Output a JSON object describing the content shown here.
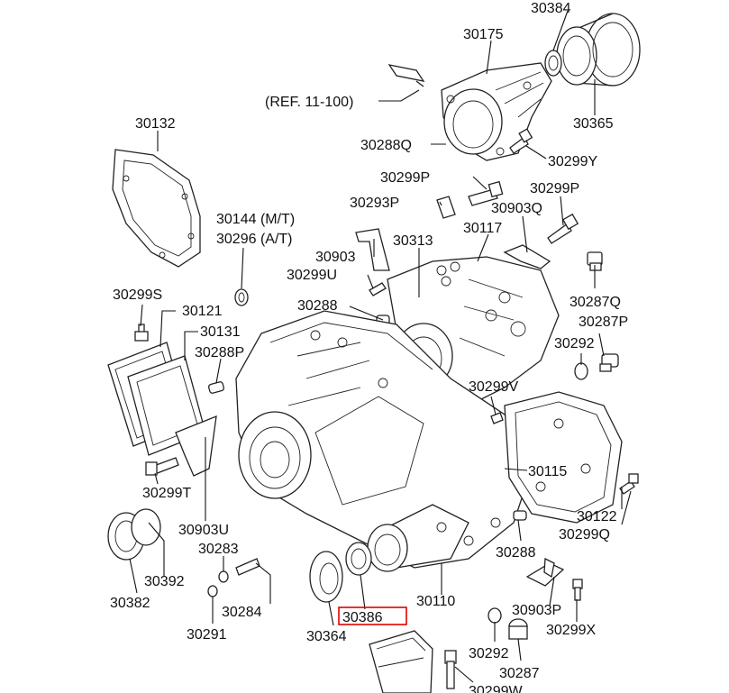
{
  "labels": {
    "p30384": "30384",
    "p30175": "30175",
    "ref": "(REF. 11-100)",
    "p30365": "30365",
    "p30132": "30132",
    "p30288Q": "30288Q",
    "p30299Y": "30299Y",
    "p30299P_a": "30299P",
    "p30293P": "30293P",
    "p30903Q": "30903Q",
    "p30299P_b": "30299P",
    "p30144": "30144 (M/T)",
    "p30296": "30296 (A/T)",
    "p30117": "30117",
    "p30903": "30903",
    "p30313": "30313",
    "p30299U": "30299U",
    "p30287Q": "30287Q",
    "p30299S": "30299S",
    "p30288": "30288",
    "p30287P": "30287P",
    "p30121": "30121",
    "p30131": "30131",
    "p30292_a": "30292",
    "p30288P": "30288P",
    "p30299V": "30299V",
    "p30115": "30115",
    "p30299T": "30299T",
    "p30122": "30122",
    "p30903U": "30903U",
    "p30299Q": "30299Q",
    "p30283": "30283",
    "p30288_b": "30288",
    "p30392": "30392",
    "p30382": "30382",
    "p30110": "30110",
    "p30284": "30284",
    "p30386": "30386",
    "p30903P": "30903P",
    "p30291": "30291",
    "p30364": "30364",
    "p30299X": "30299X",
    "p30292_b": "30292",
    "p30287": "30287",
    "p30299W": "30299W"
  },
  "highlight": {
    "part": "30386",
    "color": "#e00000"
  }
}
